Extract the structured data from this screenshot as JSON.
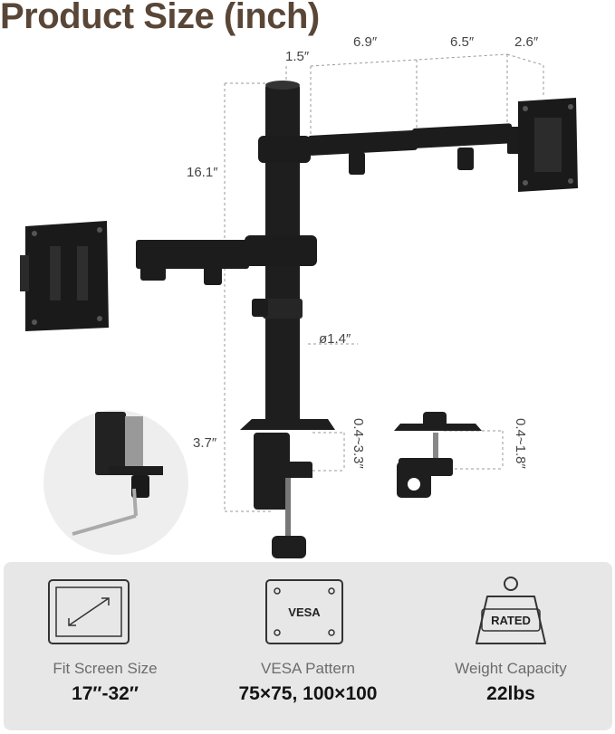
{
  "title": "Product Size (inch)",
  "dimensions": {
    "d1": "1.5″",
    "d2": "6.9″",
    "d3": "6.5″",
    "d4": "2.6″",
    "height": "16.1″",
    "diameter": "ø1.4″",
    "clamp_height": "3.7″",
    "clamp_range": "0.4~3.3″",
    "grommet_range": "0.4~1.8″"
  },
  "features": [
    {
      "icon": "screen-size-icon",
      "label": "Fit Screen Size",
      "value": "17″-32″"
    },
    {
      "icon": "vesa-icon",
      "icon_text": "VESA",
      "label": "VESA Pattern",
      "value": "75×75, 100×100"
    },
    {
      "icon": "weight-icon",
      "icon_text": "RATED",
      "label": "Weight Capacity",
      "value": "22lbs"
    }
  ],
  "colors": {
    "title": "#5a4636",
    "panel": "#e7e7e7",
    "metal": "#1e1e1e"
  }
}
